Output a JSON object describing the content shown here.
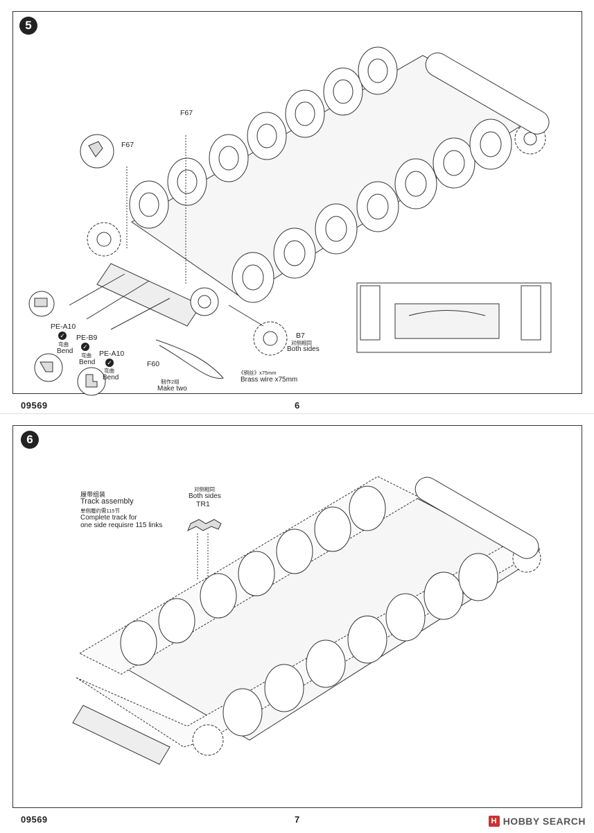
{
  "page1": {
    "step": "5",
    "code": "09569",
    "number": "6",
    "labels": {
      "f67_top": "F67",
      "f67_left": "F67",
      "pe_a10_1": "PE-A10",
      "pe_b9": "PE-B9",
      "pe_a10_2": "PE-A10",
      "bend_cn": "弯曲",
      "bend_en": "Bend",
      "f60": "F60",
      "b7": "B7",
      "both_sides_cn": "对侧相同",
      "both_sides_en": "Both sides",
      "brass_cn": "《铜丝》x75mm",
      "brass_en": "Brass wire  x75mm",
      "make_two_cn": "制作2组",
      "make_two_en": "Make two"
    }
  },
  "page2": {
    "step": "6",
    "code": "09569",
    "number": "7",
    "labels": {
      "track_cn": "履带组装",
      "track_en": "Track assembly",
      "links_cn": "单侧履约需115节",
      "complete_1": "Complete track for",
      "complete_2": "one side requisre 115 links",
      "both_sides_cn": "对侧相同",
      "both_sides_en": "Both sides",
      "tr1": "TR1"
    }
  },
  "watermark": {
    "logo": "H",
    "text": "HOBBY SEARCH"
  }
}
